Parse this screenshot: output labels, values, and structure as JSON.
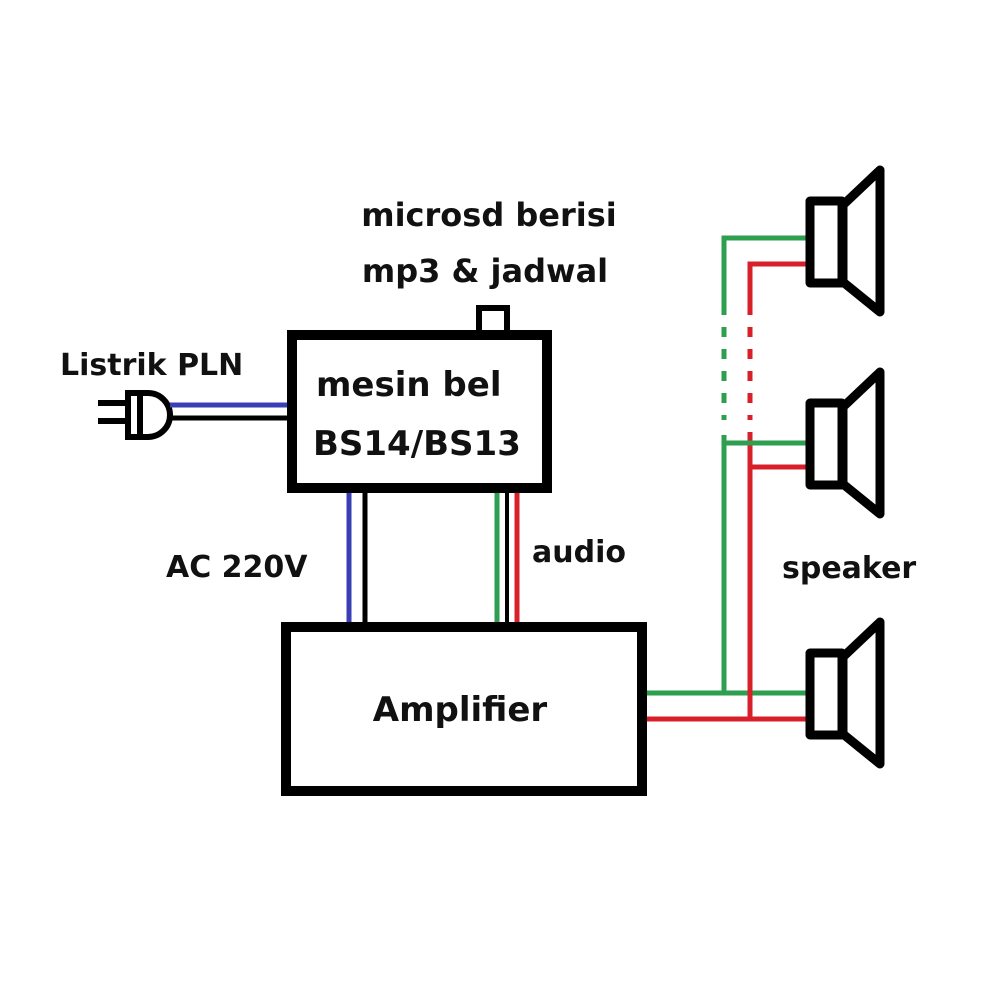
{
  "labels": {
    "microsd_line1": "microsd berisi",
    "microsd_line2": "mp3 & jadwal",
    "power_source": "Listrik PLN",
    "bell_machine_line1": "mesin bel",
    "bell_machine_line2": "BS14/BS13",
    "ac_voltage": "AC 220V",
    "audio": "audio",
    "amplifier": "Amplifier",
    "speaker": "speaker"
  },
  "wire_colors": {
    "power_live": "#3b3fb5",
    "neutral": "#000000",
    "audio_positive": "#2e9e4f",
    "audio_negative": "#d8202a"
  },
  "icons": [
    "power-plug-icon",
    "microsd-slot-icon",
    "speaker-icon",
    "speaker-icon",
    "speaker-icon"
  ]
}
